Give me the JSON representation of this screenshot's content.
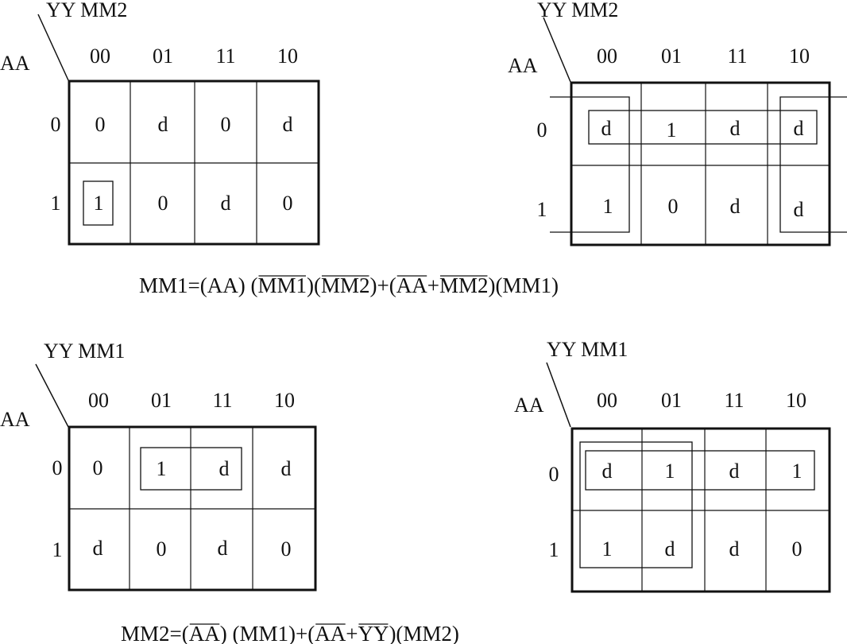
{
  "maps": [
    {
      "id": "mm1-left",
      "corner_col_vars": "YY MM2",
      "corner_row_var": "AA",
      "col_headers": [
        "00",
        "01",
        "11",
        "10"
      ],
      "row_headers": [
        "0",
        "1"
      ],
      "cells": [
        [
          "0",
          "d",
          "0",
          "d"
        ],
        [
          "1",
          "0",
          "d",
          "0"
        ]
      ]
    },
    {
      "id": "mm1-right",
      "corner_col_vars": "YY  MM2",
      "corner_row_var": "AA",
      "col_headers": [
        "00",
        "01",
        "11",
        "10"
      ],
      "row_headers": [
        "0",
        "1"
      ],
      "cells": [
        [
          "d",
          "1",
          "d",
          "d"
        ],
        [
          "1",
          "0",
          "d",
          "d"
        ]
      ]
    },
    {
      "id": "mm2-left",
      "corner_col_vars": "YY MM1",
      "corner_row_var": "AA",
      "col_headers": [
        "00",
        "01",
        "11",
        "10"
      ],
      "row_headers": [
        "0",
        "1"
      ],
      "cells": [
        [
          "0",
          "1",
          "d",
          "d"
        ],
        [
          "d",
          "0",
          "d",
          "0"
        ]
      ]
    },
    {
      "id": "mm2-right",
      "corner_col_vars": "YY MM1",
      "corner_row_var": "AA",
      "col_headers": [
        "00",
        "01",
        "11",
        "10"
      ],
      "row_headers": [
        "0",
        "1"
      ],
      "cells": [
        [
          "d",
          "1",
          "d",
          "1"
        ],
        [
          "1",
          "d",
          "d",
          "0"
        ]
      ]
    }
  ],
  "equations": {
    "mm1": [
      {
        "t": "MM1=(AA)  (",
        "bar": false
      },
      {
        "t": "MM1",
        "bar": true
      },
      {
        "t": ")(",
        "bar": false
      },
      {
        "t": "MM2",
        "bar": true
      },
      {
        "t": ")+(",
        "bar": false
      },
      {
        "t": "AA",
        "bar": true
      },
      {
        "t": "+",
        "bar": false
      },
      {
        "t": "MM2",
        "bar": true
      },
      {
        "t": ")(MM1)",
        "bar": false
      }
    ],
    "mm2": [
      {
        "t": "MM2=(",
        "bar": false
      },
      {
        "t": "AA",
        "bar": true
      },
      {
        "t": ") (MM1)+(",
        "bar": false
      },
      {
        "t": "AA",
        "bar": true
      },
      {
        "t": "+",
        "bar": false
      },
      {
        "t": "YY",
        "bar": true
      },
      {
        "t": ")(MM2)",
        "bar": false
      }
    ]
  }
}
